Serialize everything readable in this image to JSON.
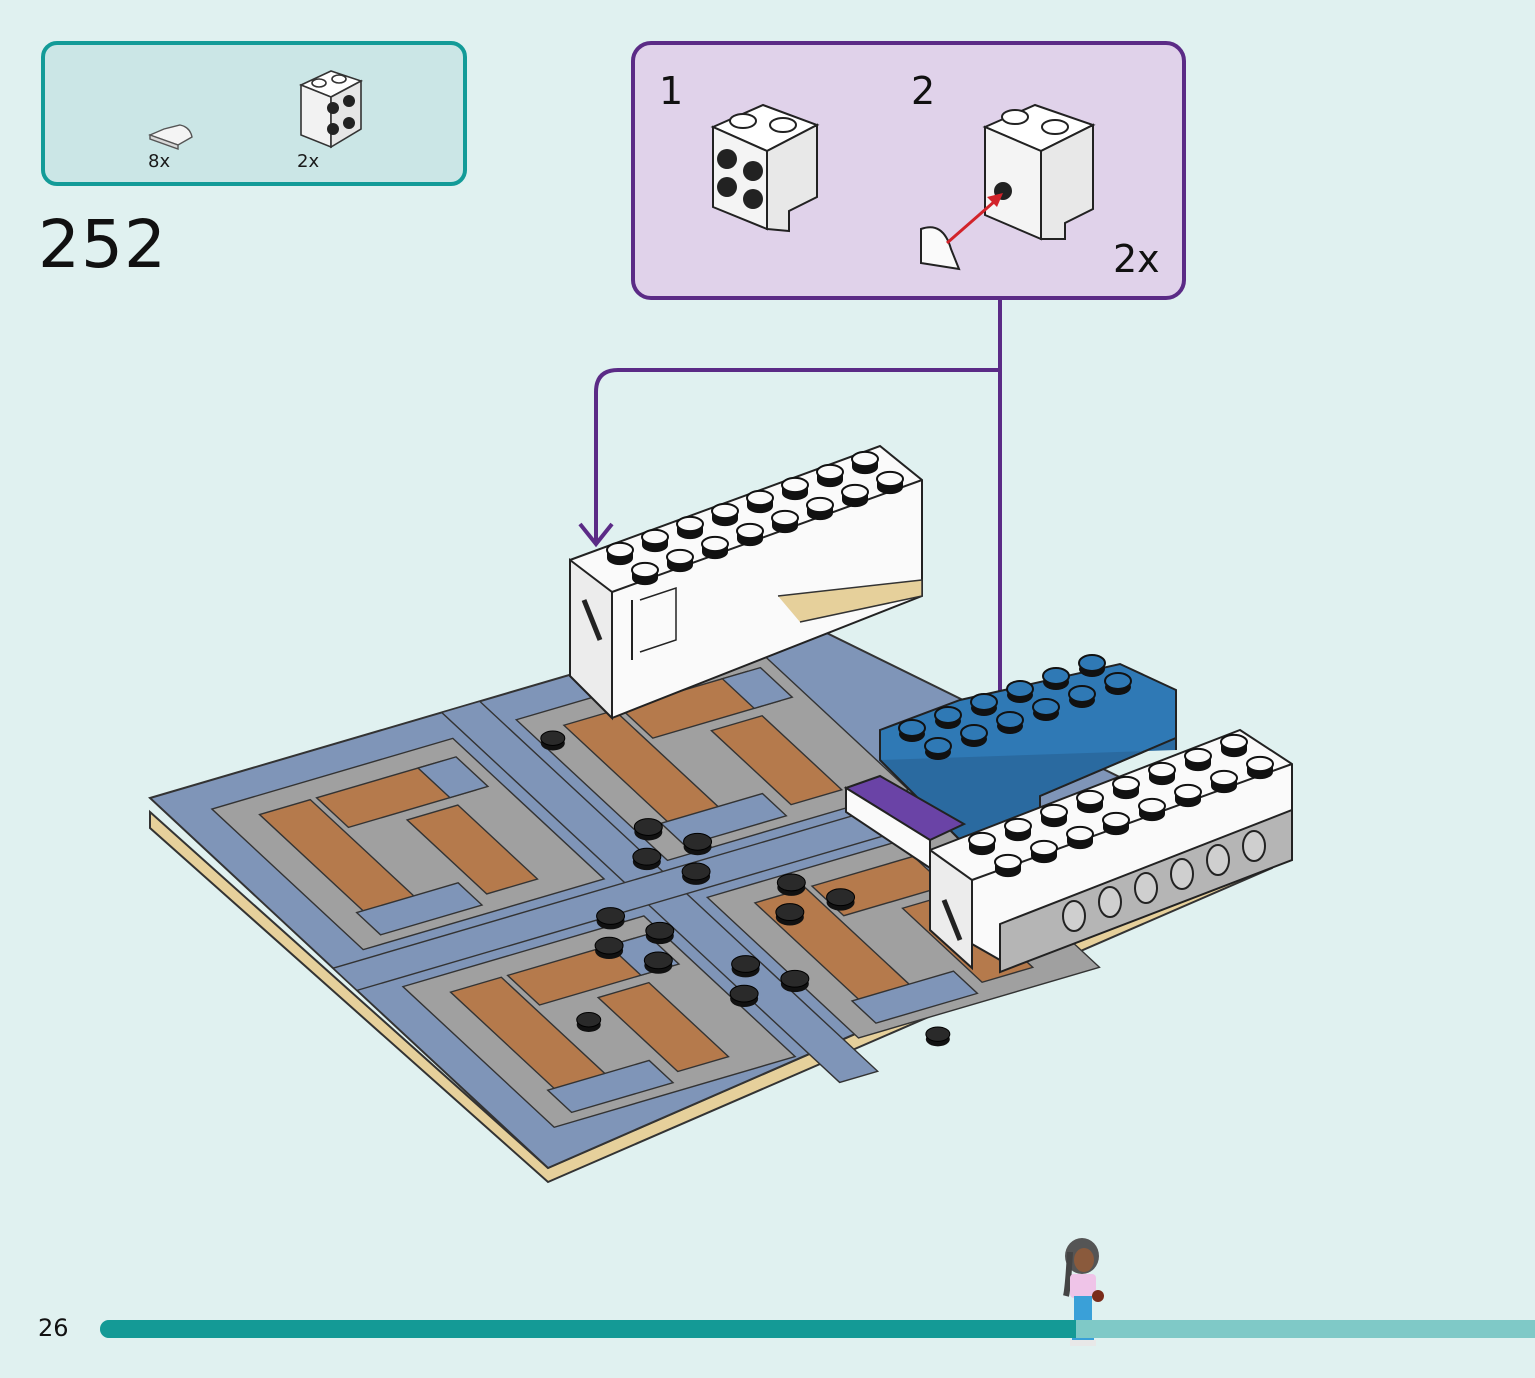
{
  "parts_list": {
    "items": [
      {
        "icon": "curved-tile-icon",
        "quantity": "8x"
      },
      {
        "icon": "bracket-icon",
        "quantity": "2x"
      }
    ]
  },
  "step": {
    "number": "252"
  },
  "sub_assembly": {
    "steps": [
      {
        "number": "1"
      },
      {
        "number": "2"
      }
    ],
    "multiplier": "2x"
  },
  "footer": {
    "page_number": "26",
    "progress": 0.68
  },
  "colors": {
    "parts_border": "#139b98",
    "sub_border": "#5b2b86",
    "arrow": "#5b2b86",
    "plate_blue": "#7f95b8",
    "tile_gray": "#a0a0a0",
    "tile_brown": "#b57a4c",
    "brick_white": "#fafafa",
    "brick_blue": "#2f79b5",
    "tile_purple": "#6a43a6"
  }
}
